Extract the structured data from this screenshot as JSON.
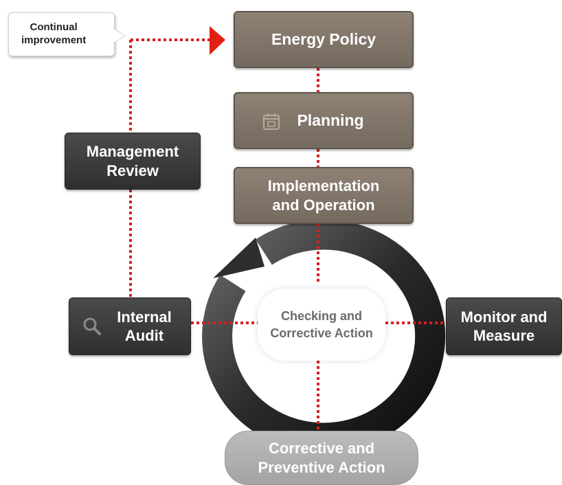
{
  "continual": "Continual\nimprovement",
  "energy_policy": "Energy Policy",
  "planning": "Planning",
  "implementation": "Implementation\nand Operation",
  "management_review": "Management\nReview",
  "internal_audit": "Internal\nAudit",
  "checking": "Checking and\nCorrective Action",
  "monitor": "Monitor and\nMeasure",
  "corrective_preventive": "Corrective and\nPreventive Action",
  "colors": {
    "connector": "#d62020",
    "arrow": "#e02010",
    "brown_box": "#7f7469",
    "dark_box": "#3a3a3a",
    "light_box": "#b0b0b0"
  },
  "icons": [
    "calendar-icon",
    "magnifier-icon"
  ]
}
